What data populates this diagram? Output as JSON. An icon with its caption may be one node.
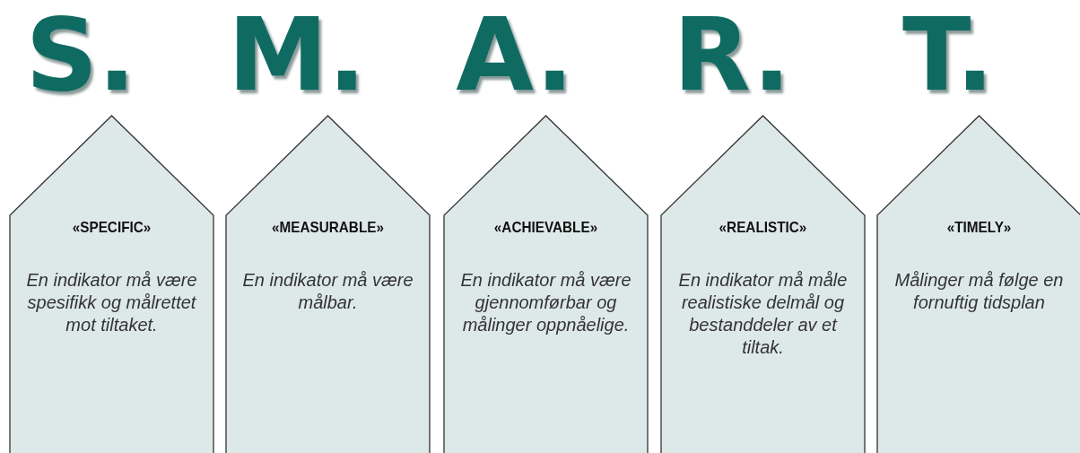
{
  "diagram": {
    "nodes": [
      {
        "text": [
          "«SPECIFIC»",
          "En indikator må være spesifikk og målrettet mot tiltaket."
        ]
      },
      {
        "text": [
          "«MEASURABLE»",
          "En indikator må være målbar."
        ]
      },
      {
        "text": [
          "«ACHIEVABLE»",
          "En indikator må være gjennomførbar og målinger oppnåelige."
        ]
      },
      {
        "text": [
          "«REALISTIC»",
          "En indikator må måle realistiske delmål og bestanddeler av et tiltak."
        ]
      },
      {
        "text": [
          "«TIMELY»",
          "Målinger må følge en fornuftig tidsplan"
        ]
      }
    ],
    "edges": [],
    "labels": [
      "S.",
      "M.",
      "A.",
      "R.",
      "T."
    ]
  }
}
